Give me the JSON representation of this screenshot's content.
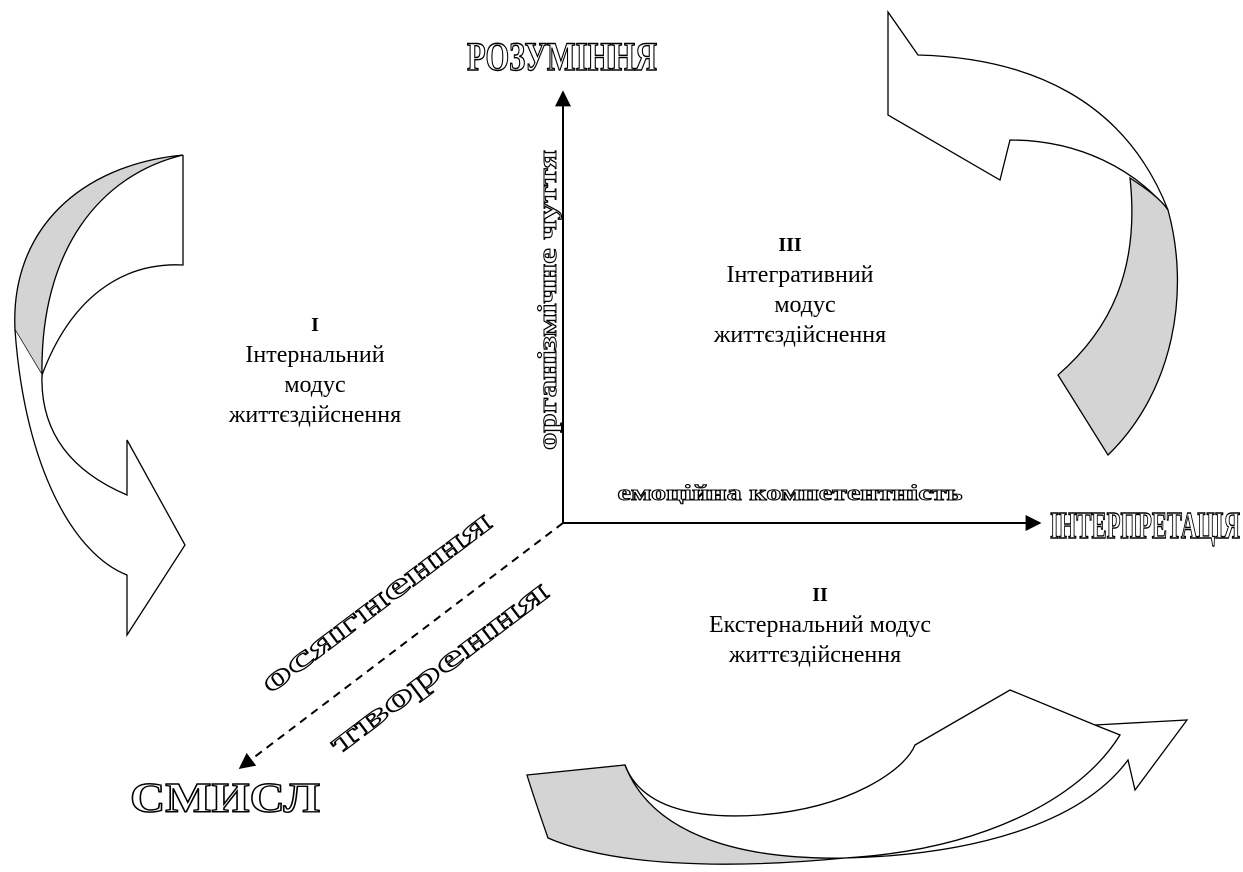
{
  "poles": {
    "top": "РОЗУМІННЯ",
    "right": "ІНТЕРПРЕТАЦІЯ",
    "bottom_left": "СМИСЛ"
  },
  "axes": {
    "vertical": "організмічне чуття",
    "horizontal": "емоційна компетентність",
    "diagonal_upper": "осягнення",
    "diagonal_lower": "творення"
  },
  "modes": {
    "internal": {
      "num": "I",
      "line1": "Інтернальний",
      "line2": "модус",
      "line3": "життєздійснення"
    },
    "integrative": {
      "num": "III",
      "line1": "Інтегративний",
      "line2": "модус",
      "line3": "життєздійснення"
    },
    "external": {
      "num": "II",
      "line1": "Екстернальний модус",
      "line2": "життєздійснення"
    }
  },
  "colors": {
    "arrow_fill": "#d4d4d4",
    "line": "#000000"
  }
}
